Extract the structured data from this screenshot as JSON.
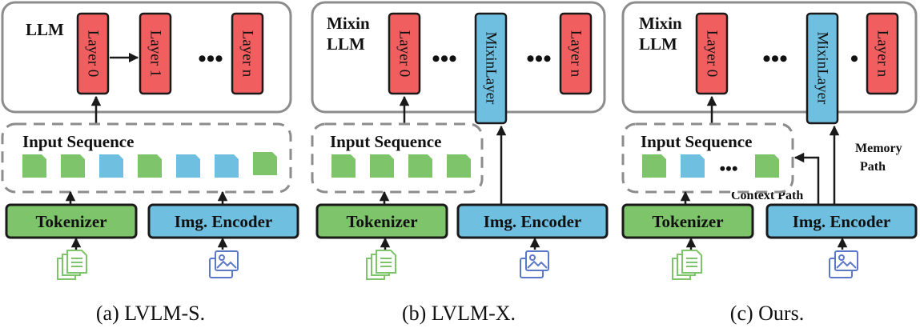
{
  "panels": [
    {
      "llm_label": "LLM",
      "layers": [
        "Layer 0",
        "Layer 1",
        "Layer n"
      ],
      "dots": "•••",
      "sequence_label": "Input Sequence",
      "tokenizer_label": "Tokenizer",
      "encoder_label": "Img. Encoder",
      "caption": "(a) LVLM-S."
    },
    {
      "llm_label_line1": "Mixin",
      "llm_label_line2": "LLM",
      "layers": [
        "Layer 0",
        "Layer n"
      ],
      "mixin_layer": "MixinLayer",
      "dots": "•••",
      "sequence_label": "Input Sequence",
      "tokenizer_label": "Tokenizer",
      "encoder_label": "Img. Encoder",
      "caption": "(b) LVLM-X."
    },
    {
      "llm_label_line1": "Mixin",
      "llm_label_line2": "LLM",
      "layers": [
        "Layer 0",
        "Layer n"
      ],
      "mixin_layer": "MixinLayer",
      "dots": "•••",
      "dots_short": "•",
      "sequence_dots": "•••",
      "sequence_label": "Input Sequence",
      "tokenizer_label": "Tokenizer",
      "encoder_label": "Img. Encoder",
      "memory_path_line1": "Memory",
      "memory_path_line2": "Path",
      "context_path": "Context Path",
      "caption": "(c) Ours."
    }
  ],
  "colors": {
    "layer": "#f05e60",
    "mixin_layer": "#6fbfe0",
    "text_token": "#7dc46b",
    "image_token": "#6fbfe0",
    "box_border": "#8c8c8c"
  },
  "icons": [
    "document-icon",
    "image-icon"
  ]
}
